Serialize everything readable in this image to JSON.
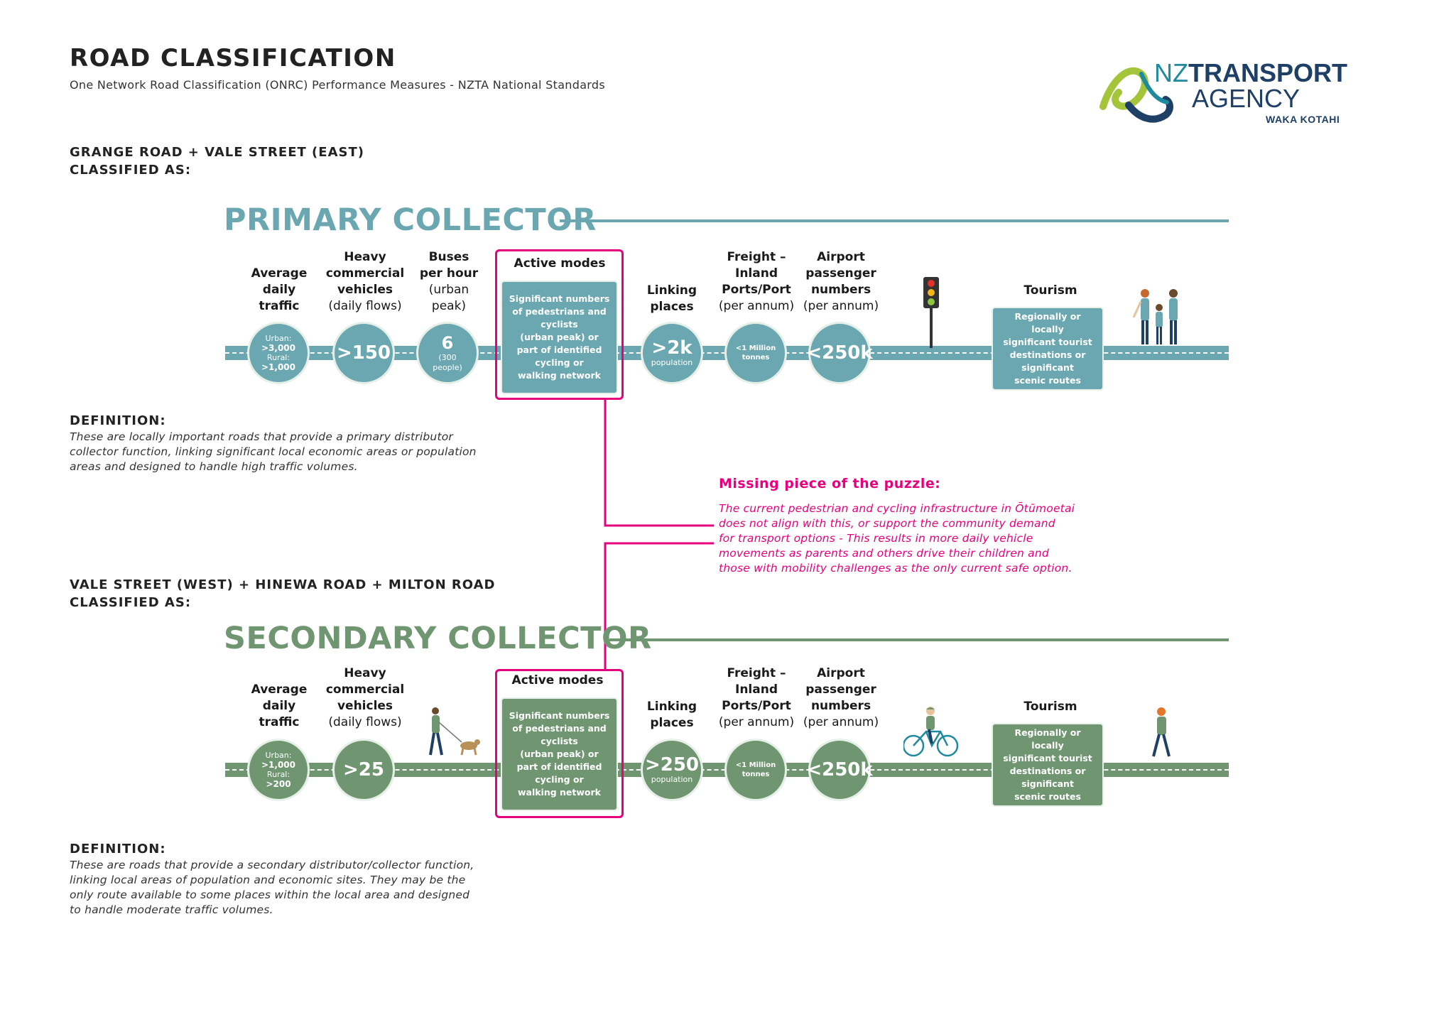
{
  "header": {
    "title": "ROAD CLASSIFICATION",
    "subtitle": "One Network Road Classification (ONRC) Performance Measures - NZTA National Standards"
  },
  "logo": {
    "nz": "NZ",
    "transport": "TRANSPORT",
    "agency": "AGENCY",
    "waka_kotahi": "WAKA KOTAHI",
    "colors": {
      "green": "#a4c43a",
      "navy": "#1e3f66",
      "teal": "#1f8a9e"
    }
  },
  "colors": {
    "primary": "#6aa7b0",
    "secondary": "#6f9670",
    "highlight": "#e6007e"
  },
  "primary": {
    "roads_line1": "GRANGE ROAD + VALE STREET (EAST)",
    "roads_line2": "CLASSIFIED AS:",
    "title": "PRIMARY COLLECTOR",
    "labels": {
      "adt": [
        "Average",
        "daily",
        "traffic"
      ],
      "hcv": [
        "Heavy",
        "commercial",
        "vehicles",
        "(daily flows)"
      ],
      "buses": [
        "Buses",
        "per hour",
        "(urban",
        "peak)"
      ],
      "active": "Active modes",
      "linking": [
        "Linking",
        "places"
      ],
      "freight": [
        "Freight –",
        "Inland",
        "Ports/Port",
        "(per annum)"
      ],
      "airport": [
        "Airport",
        "passenger",
        "numbers",
        "(per annum)"
      ],
      "tourism": "Tourism"
    },
    "values": {
      "adt": [
        "Urban:",
        ">3,000",
        "Rural:",
        ">1,000"
      ],
      "hcv": ">150",
      "buses": "6",
      "buses_sub": [
        "(300",
        "people)"
      ],
      "active": [
        "Significant numbers",
        "of pedestrians and",
        "cyclists",
        "(urban peak) or",
        "part of identified",
        "cycling or",
        "walking network"
      ],
      "linking": ">2k",
      "linking_sub": "population",
      "freight": [
        "<1 Million",
        "tonnes"
      ],
      "airport": "<250k",
      "tourism": [
        "Regionally or locally",
        "significant tourist",
        "destinations or",
        "significant",
        "scenic routes"
      ]
    },
    "icons": [
      "traffic-light-icon",
      "family-walking-icon"
    ],
    "definition_title": "DEFINITION:",
    "definition": [
      "These are locally important roads that provide a primary distributor",
      "collector function, linking significant local economic areas or population",
      "areas and designed to handle high traffic volumes."
    ]
  },
  "missing": {
    "title": "Missing piece of the puzzle:",
    "text": [
      "The current pedestrian and cycling infrastructure in Ōtūmoetai",
      "does not align with this, or support the community demand",
      "for transport options - This results in more daily vehicle",
      "movements as parents and others drive their children and",
      "those with mobility challenges as the only current safe option."
    ]
  },
  "secondary": {
    "roads_line1": "VALE STREET (WEST) + HINEWA ROAD + MILTON ROAD",
    "roads_line2": "CLASSIFIED AS:",
    "title": "SECONDARY COLLECTOR",
    "labels": {
      "adt": [
        "Average",
        "daily",
        "traffic"
      ],
      "hcv": [
        "Heavy",
        "commercial",
        "vehicles",
        "(daily flows)"
      ],
      "active": "Active modes",
      "linking": [
        "Linking",
        "places"
      ],
      "freight": [
        "Freight –",
        "Inland",
        "Ports/Port",
        "(per annum)"
      ],
      "airport": [
        "Airport",
        "passenger",
        "numbers",
        "(per annum)"
      ],
      "tourism": "Tourism"
    },
    "values": {
      "adt": [
        "Urban:",
        ">1,000",
        "Rural:",
        ">200"
      ],
      "hcv": ">25",
      "active": [
        "Significant numbers",
        "of pedestrians and",
        "cyclists",
        "(urban peak) or",
        "part of identified",
        "cycling or",
        "walking network"
      ],
      "linking": ">250",
      "linking_sub": "population",
      "freight": [
        "<1 Million",
        "tonnes"
      ],
      "airport": "<250k",
      "tourism": [
        "Regionally or locally",
        "significant tourist",
        "destinations or",
        "significant",
        "scenic routes"
      ]
    },
    "icons": [
      "dog-walker-icon",
      "cyclist-icon",
      "pedestrian-icon"
    ],
    "definition_title": "DEFINITION:",
    "definition": [
      "These are roads that provide a secondary distributor/collector function,",
      "linking local areas of population and economic sites. They may be the",
      "only route available to some places within the local area and designed",
      "to handle moderate traffic volumes."
    ]
  }
}
